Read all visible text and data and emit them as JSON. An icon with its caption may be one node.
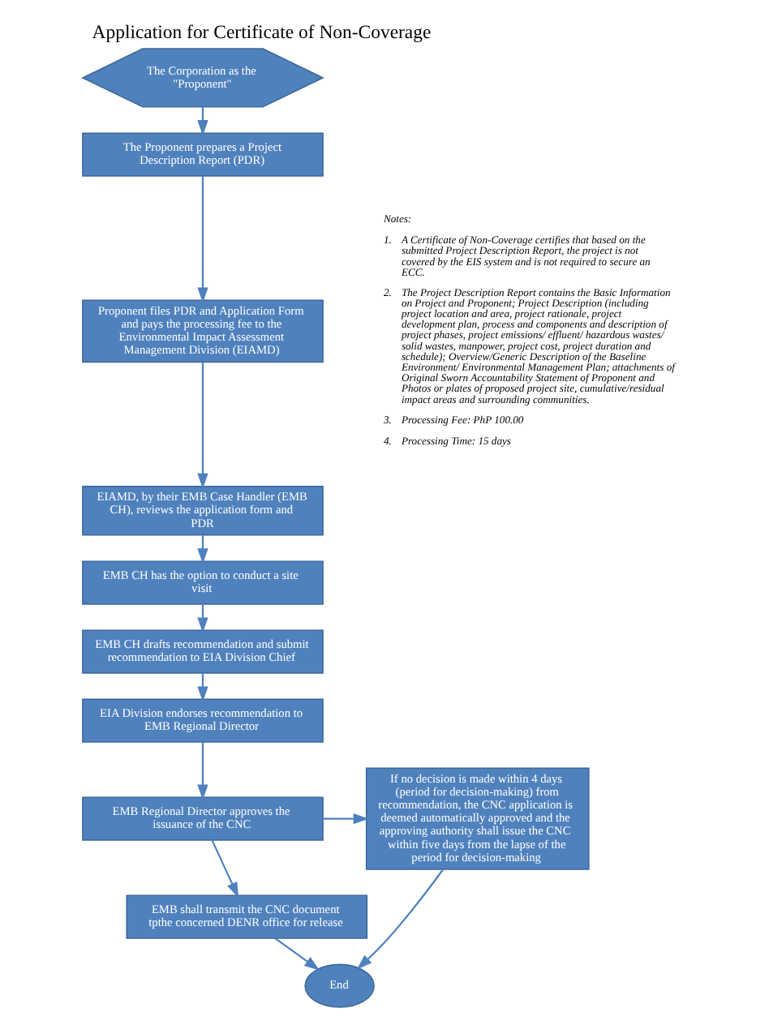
{
  "diagram": {
    "title": "Application for Certificate of Non-Coverage",
    "nodes": [
      {
        "text": [
          "The Corporation as the \"Proponent\""
        ]
      },
      {
        "text": [
          "The Proponent prepares a Project Description Report (PDR)"
        ]
      },
      {
        "text": [
          "Proponent files PDR and Application Form and pays the processing fee to the Environmental Impact Assessment Management Division (EIAMD)"
        ]
      },
      {
        "text": [
          "EIAMD, by their EMB Case Handler (EMB CH), reviews the application form and PDR"
        ]
      },
      {
        "text": [
          "EMB CH has the option to conduct a site visit"
        ]
      },
      {
        "text": [
          "EMB CH drafts recommendation and submit recommendation to EIA Division Chief"
        ]
      },
      {
        "text": [
          "EIA Division endorses recommendation to EMB Regional Director"
        ]
      },
      {
        "text": [
          "EMB Regional Director approves the issuance of the CNC"
        ]
      },
      {
        "text": [
          "EMB shall transmit the CNC document tpthe concerned DENR office for release"
        ]
      },
      {
        "text": [
          "If no decision is made within 4 days (period for decision-making) from recommendation, the CNC application is deemed automatically approved and the approving authority shall issue the CNC within five days from the lapse of the period for decision-making"
        ]
      },
      {
        "text": [
          "End"
        ]
      }
    ],
    "edges": [
      {
        "from": 0,
        "to": 1,
        "arrow": "to"
      },
      {
        "from": 1,
        "to": 2,
        "arrow": "to"
      },
      {
        "from": 2,
        "to": 3,
        "arrow": "to"
      },
      {
        "from": 3,
        "to": 4,
        "arrow": "to"
      },
      {
        "from": 4,
        "to": 5,
        "arrow": "to"
      },
      {
        "from": 5,
        "to": 6,
        "arrow": "to"
      },
      {
        "from": 6,
        "to": 7,
        "arrow": "to"
      },
      {
        "from": 7,
        "to": 9,
        "arrow": "to"
      },
      {
        "from": 7,
        "to": 8,
        "arrow": "to"
      },
      {
        "from": 8,
        "to": 10,
        "arrow": "to"
      },
      {
        "from": 9,
        "to": 10,
        "arrow": "to"
      }
    ],
    "labels": [
      "Notes:",
      "1.",
      "A Certificate of Non-Coverage certifies that based on the submitted Project Description Report, the project is not covered by the EIS system and is not required to secure an ECC.",
      "2.",
      "The Project Description Report contains the Basic Information on Project and Proponent; Project Description (including project location and area, project rationale, project development plan, process and components and description of project phases, project emissions/ effluent/ hazardous wastes/ solid wastes, manpower, project cost, project duration and schedule); Overview/Generic Description of the Baseline Environment/ Environmental Management Plan; attachments of Original Sworn Accountability Statement of Proponent and Photos or plates of proposed project site, cumulative/residual impact areas and surrounding communities.",
      "3.",
      "Processing Fee: PhP 100.00",
      "4.",
      "Processing Time: 15 days"
    ]
  }
}
